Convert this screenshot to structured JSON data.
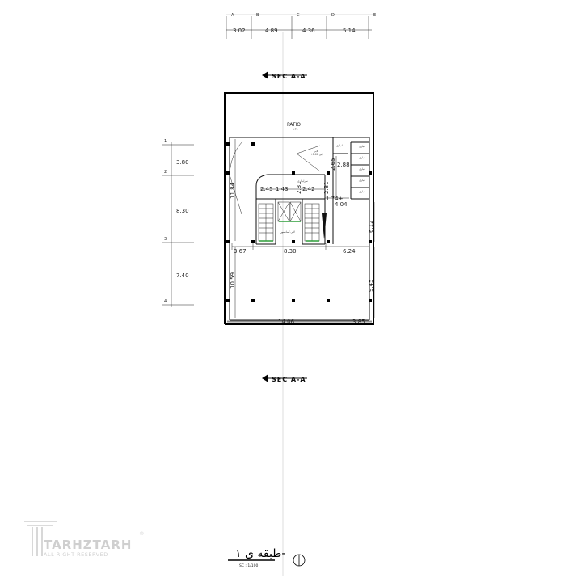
{
  "grid_axes": {
    "columns": [
      "A",
      "B",
      "C",
      "D",
      "E"
    ],
    "column_spacings": [
      "3.02",
      "4.89",
      "4.36",
      "5.14"
    ],
    "rows": [
      "1",
      "2",
      "3",
      "4"
    ],
    "row_spacings": [
      "3.80",
      "8.30",
      "7.40"
    ]
  },
  "section_marks": {
    "top": "SEC A-A",
    "bottom": "SEC A-A"
  },
  "rooms": {
    "patio": "PATIO",
    "patio_sub": "+PL",
    "stair_label": "لابی آسانسور",
    "storage_labels": [
      "انباری",
      "انباری",
      "انباری",
      "انباری",
      "انباری"
    ],
    "lobby_label": "لابی",
    "lobby_sub": "+0.00 لابی",
    "core_label": "سرایداری"
  },
  "dimensions": {
    "d_2_88": "2.88",
    "d_2_65": "2.65",
    "d_11_84": "11.84",
    "d_2_45": "2.45",
    "d_1_43": "1.43",
    "d_2_81a": "2.81",
    "d_2_42": "2.42",
    "d_2_81b": "2.81",
    "d_1_74": "1.74+",
    "d_4_04": "4.04",
    "d_6_12": "6.12",
    "d_3_67": "3.67",
    "d_8_30": "8.30",
    "d_6_24": "6.24",
    "d_10_59": "10.59",
    "d_9_45": "9.45",
    "d_14_06": "14.06",
    "d_3_85": "3.85"
  },
  "logo": {
    "name": "TARHZTARH",
    "sub": "ALL RIGHT RESERVED",
    "registered": "®"
  },
  "drawing_title": "طبقه ی ۱-",
  "scale_text": "SC : 1/100",
  "colors": {
    "line": "#000000",
    "logo": "#cfcfcf",
    "green_line": "#2e9e3a"
  },
  "icons": [
    "section-arrow-icon",
    "north-arrow-icon",
    "logo-column-icon"
  ]
}
